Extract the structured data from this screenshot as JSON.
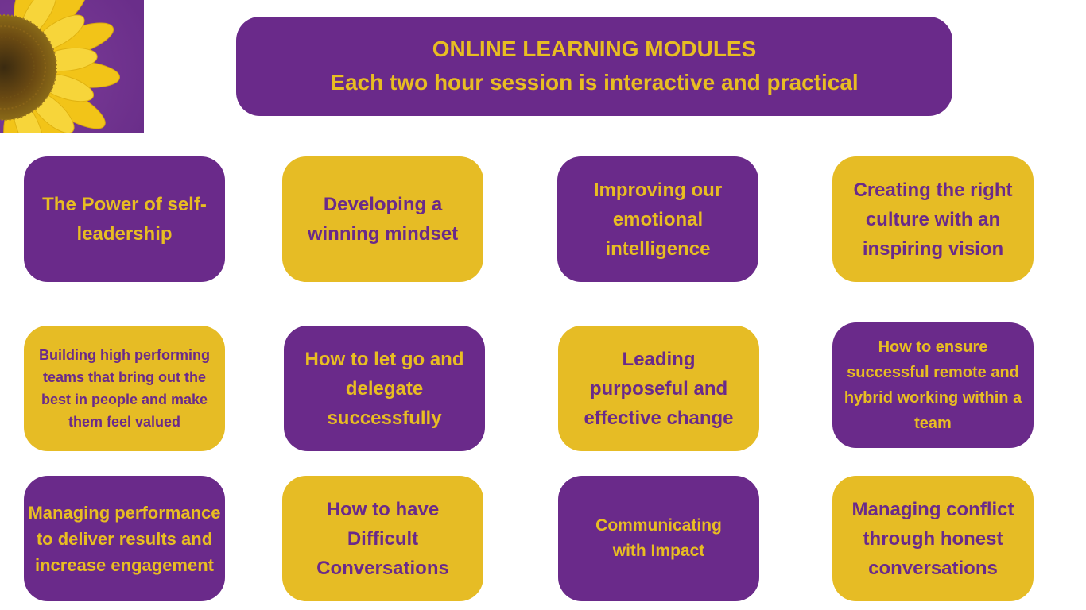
{
  "header": {
    "title": "ONLINE LEARNING MODULES",
    "subtitle": "Each two hour session is interactive and practical"
  },
  "logo": {
    "icon": "sunflower-icon"
  },
  "colors": {
    "purple": "#6a2a8a",
    "yellow": "#e6bc25"
  },
  "modules": [
    {
      "label": "The Power of self-leadership"
    },
    {
      "label": "Developing a winning mindset"
    },
    {
      "label": "Improving our emotional intelligence"
    },
    {
      "label": "Creating the right culture with an inspiring vision"
    },
    {
      "label": "Building high performing teams that bring out the best in people and make them feel valued"
    },
    {
      "label": "How to let go and delegate successfully"
    },
    {
      "label": "Leading purposeful and effective change"
    },
    {
      "label": "How to ensure successful remote and hybrid working within a team"
    },
    {
      "label": "Managing performance to deliver results and increase engagement"
    },
    {
      "label": "How to have Difficult Conversations"
    },
    {
      "label": "Communicating with Impact"
    },
    {
      "label": "Managing conflict through honest conversations"
    }
  ]
}
